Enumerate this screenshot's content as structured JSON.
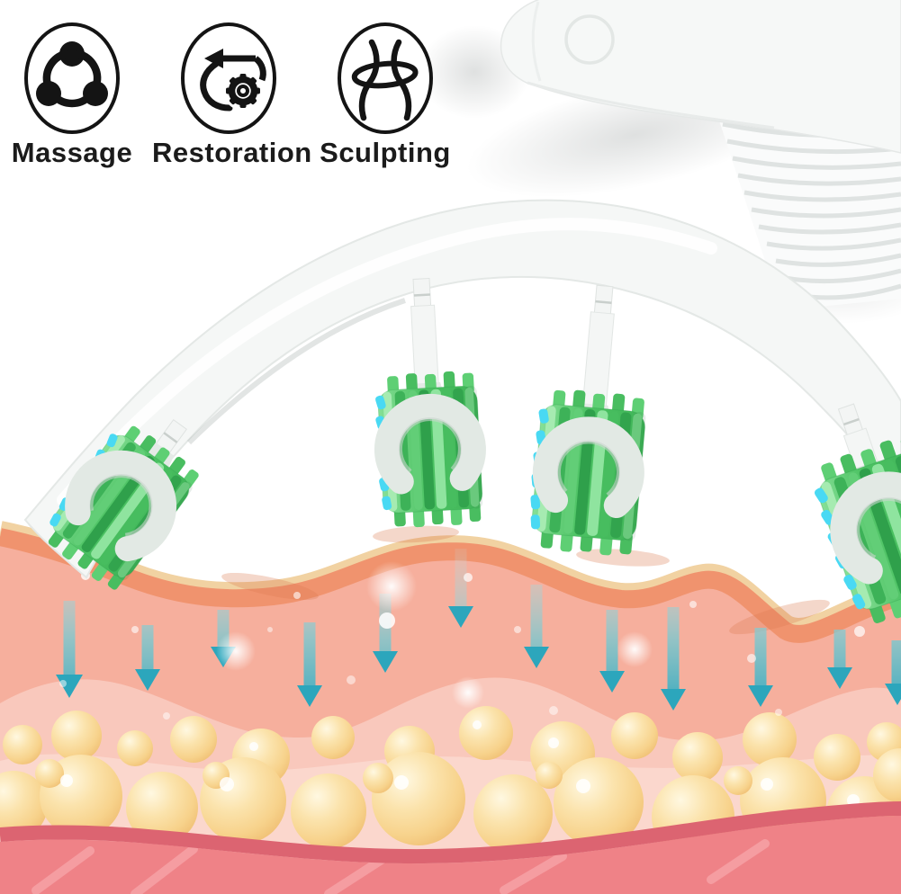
{
  "features": [
    {
      "label": "Massage"
    },
    {
      "label": "Restoration"
    },
    {
      "label": "Sculpting"
    }
  ],
  "colors": {
    "icon_ink": "#141414",
    "device_white": "#F5F7F6",
    "clevis_gray": "#E2E9E4",
    "roller_green": "#4CC263",
    "roller_green_dark": "#2FA04B",
    "roller_green_light": "#A9ECB3",
    "accent_cyan": "#49D9F3",
    "epidermis_orange": "#F0936E",
    "epidermis_highlight": "#F1D2A2",
    "dermis_pink": "#F6AF9D",
    "dermis_light_pink": "#F9C8BC",
    "fat_gap_pink": "#FBD7CD",
    "fat_cell_gold": "#F7D28B",
    "muscle_rose": "#EF8287",
    "muscle_dark_rose": "#DC6471",
    "arrow_teal": "#28A5BC"
  }
}
